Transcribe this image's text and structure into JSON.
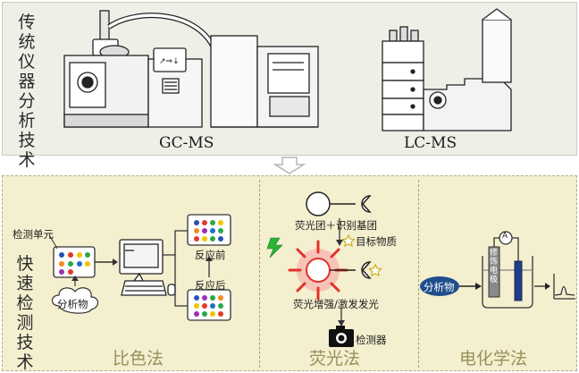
{
  "top": {
    "title": "传统仪器分析技术",
    "gcms_label": "GC-MS",
    "lcms_label": "LC-MS"
  },
  "bottom": {
    "title": "快速检测技术",
    "colorimetric": {
      "detection_unit": "检测单元",
      "analyte": "分析物",
      "before": "反应前",
      "after": "反应后",
      "section": "比色法"
    },
    "fluorescence": {
      "fluorophore": "荧光团＋识别基团",
      "target": "目标物质",
      "enhance": "荧光增强/激发发光",
      "detector": "检测器",
      "section": "荧光法"
    },
    "electrochem": {
      "analyte": "分析物",
      "electrode": "修饰电极",
      "ammeter": "A",
      "section": "电化学法"
    }
  },
  "colors": {
    "top_bg": "#eef0e7",
    "bottom_bg": "#f4efcf",
    "section_text": "#9a8f5a",
    "analyte_pill": "#1f4e8c",
    "burst": "#e3302a"
  }
}
